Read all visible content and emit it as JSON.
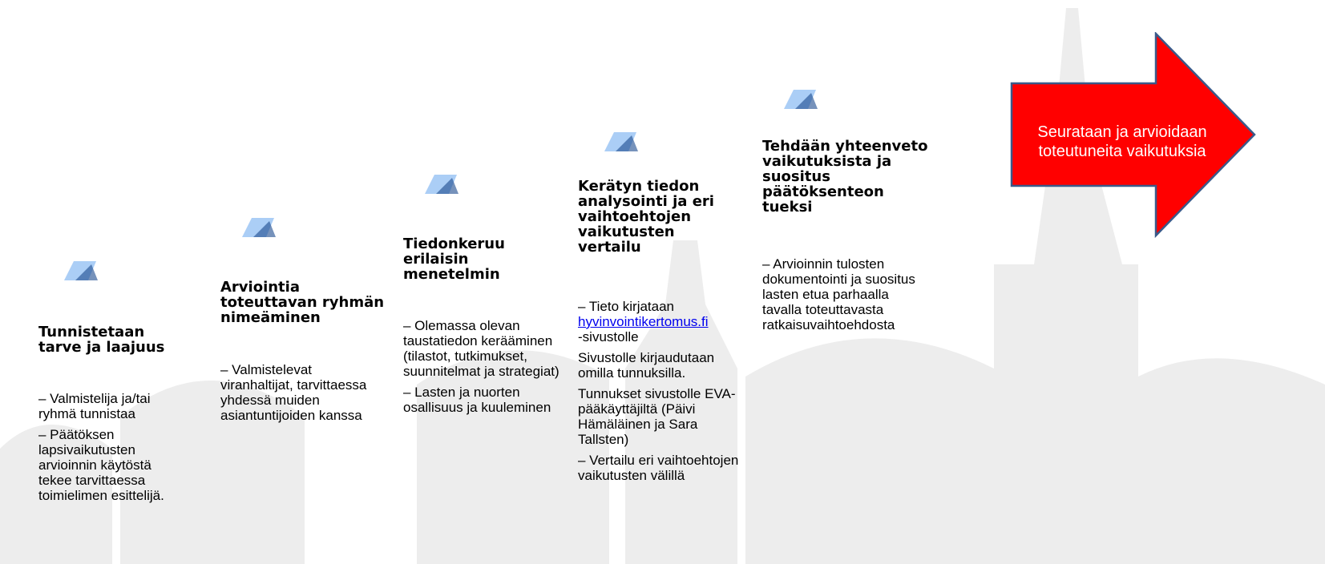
{
  "colors": {
    "bracket": "#2f6bbf",
    "arrow_fill": "#ff0000",
    "arrow_stroke": "#3a5a8a",
    "watermark": "#ededed"
  },
  "steps": [
    {
      "title": "Tunnistetaan tarve ja laajuus",
      "body": [
        "– Valmistelija ja/tai ryhmä tunnistaa",
        "– Päätöksen lapsivaikutusten arvioinnin käytöstä tekee tarvittaessa toimielimen esittelijä."
      ]
    },
    {
      "title": "Arviointia toteuttavan ryhmän nimeäminen",
      "body": [
        "– Valmistelevat viranhaltijat, tarvittaessa yhdessä muiden asiantuntijoiden kanssa"
      ]
    },
    {
      "title": "Tiedonkeruu erilaisin menetelmin",
      "body": [
        "– Olemassa olevan taustatiedon kerääminen (tilastot, tutkimukset, suunnitelmat ja strategiat)",
        "– Lasten ja nuorten osallisuus ja kuuleminen"
      ]
    },
    {
      "title": "Kerätyn tiedon analysointi ja eri vaihtoehtojen vaikutusten vertailu",
      "body_prefix": "– Tieto kirjataan",
      "link": "hyvinvointikertomus.fi",
      "body_suffix": "-sivustolle",
      "body": [
        "Sivustolle kirjaudutaan omilla tunnuksilla.",
        "Tunnukset sivustolle EVA-pääkäyttäjiltä (Päivi Hämäläinen ja Sara Tallsten)",
        "– Vertailu eri vaihtoehtojen vaikutusten välillä"
      ]
    },
    {
      "title": "Tehdään yhteenveto vaikutuksista ja suositus päätöksenteon tueksi",
      "body": [
        "– Arvioinnin tulosten dokumentointi ja suositus lasten etua parhaalla tavalla toteuttavasta ratkaisuvaihtoehdosta"
      ]
    }
  ],
  "final": {
    "text": "Seurataan ja arvioidaan toteutuneita vaikutuksia"
  }
}
